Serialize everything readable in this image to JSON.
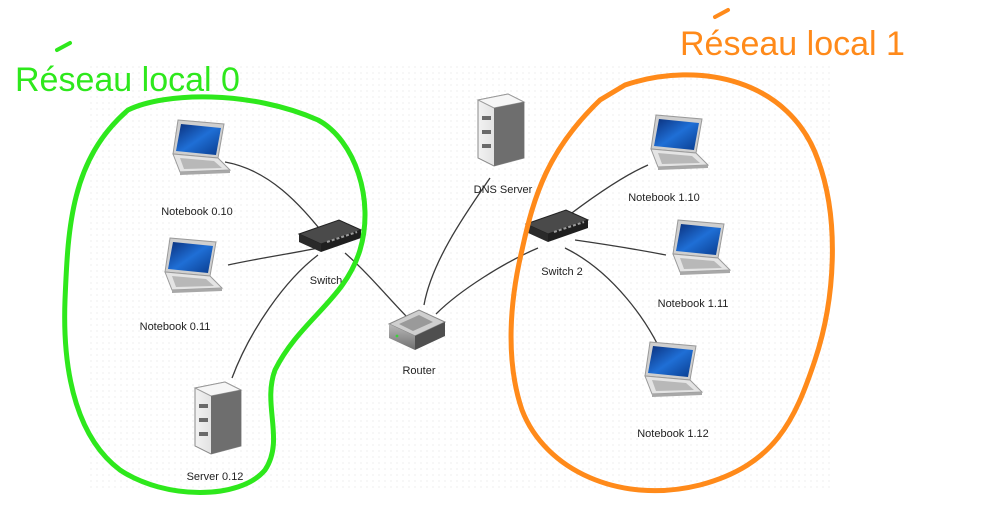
{
  "colors": {
    "lan0": "#2ee81c",
    "lan1": "#ff8a1a",
    "cable": "#3a3a3a"
  },
  "regions": {
    "lan0_title": "Réseau local 0",
    "lan1_title": "Réseau local 1"
  },
  "nodes": {
    "notebook_0_10": "Notebook 0.10",
    "notebook_0_11": "Notebook 0.11",
    "server_0_12": "Server 0.12",
    "switch": "Switch",
    "router": "Router",
    "dns_server": "DNS Server",
    "switch_2": "Switch 2",
    "notebook_1_10": "Notebook 1.10",
    "notebook_1_11": "Notebook 1.11",
    "notebook_1_12": "Notebook 1.12"
  },
  "icons": {
    "notebook": "laptop-icon",
    "server": "server-icon",
    "switch": "network-switch-icon",
    "router": "router-icon"
  }
}
